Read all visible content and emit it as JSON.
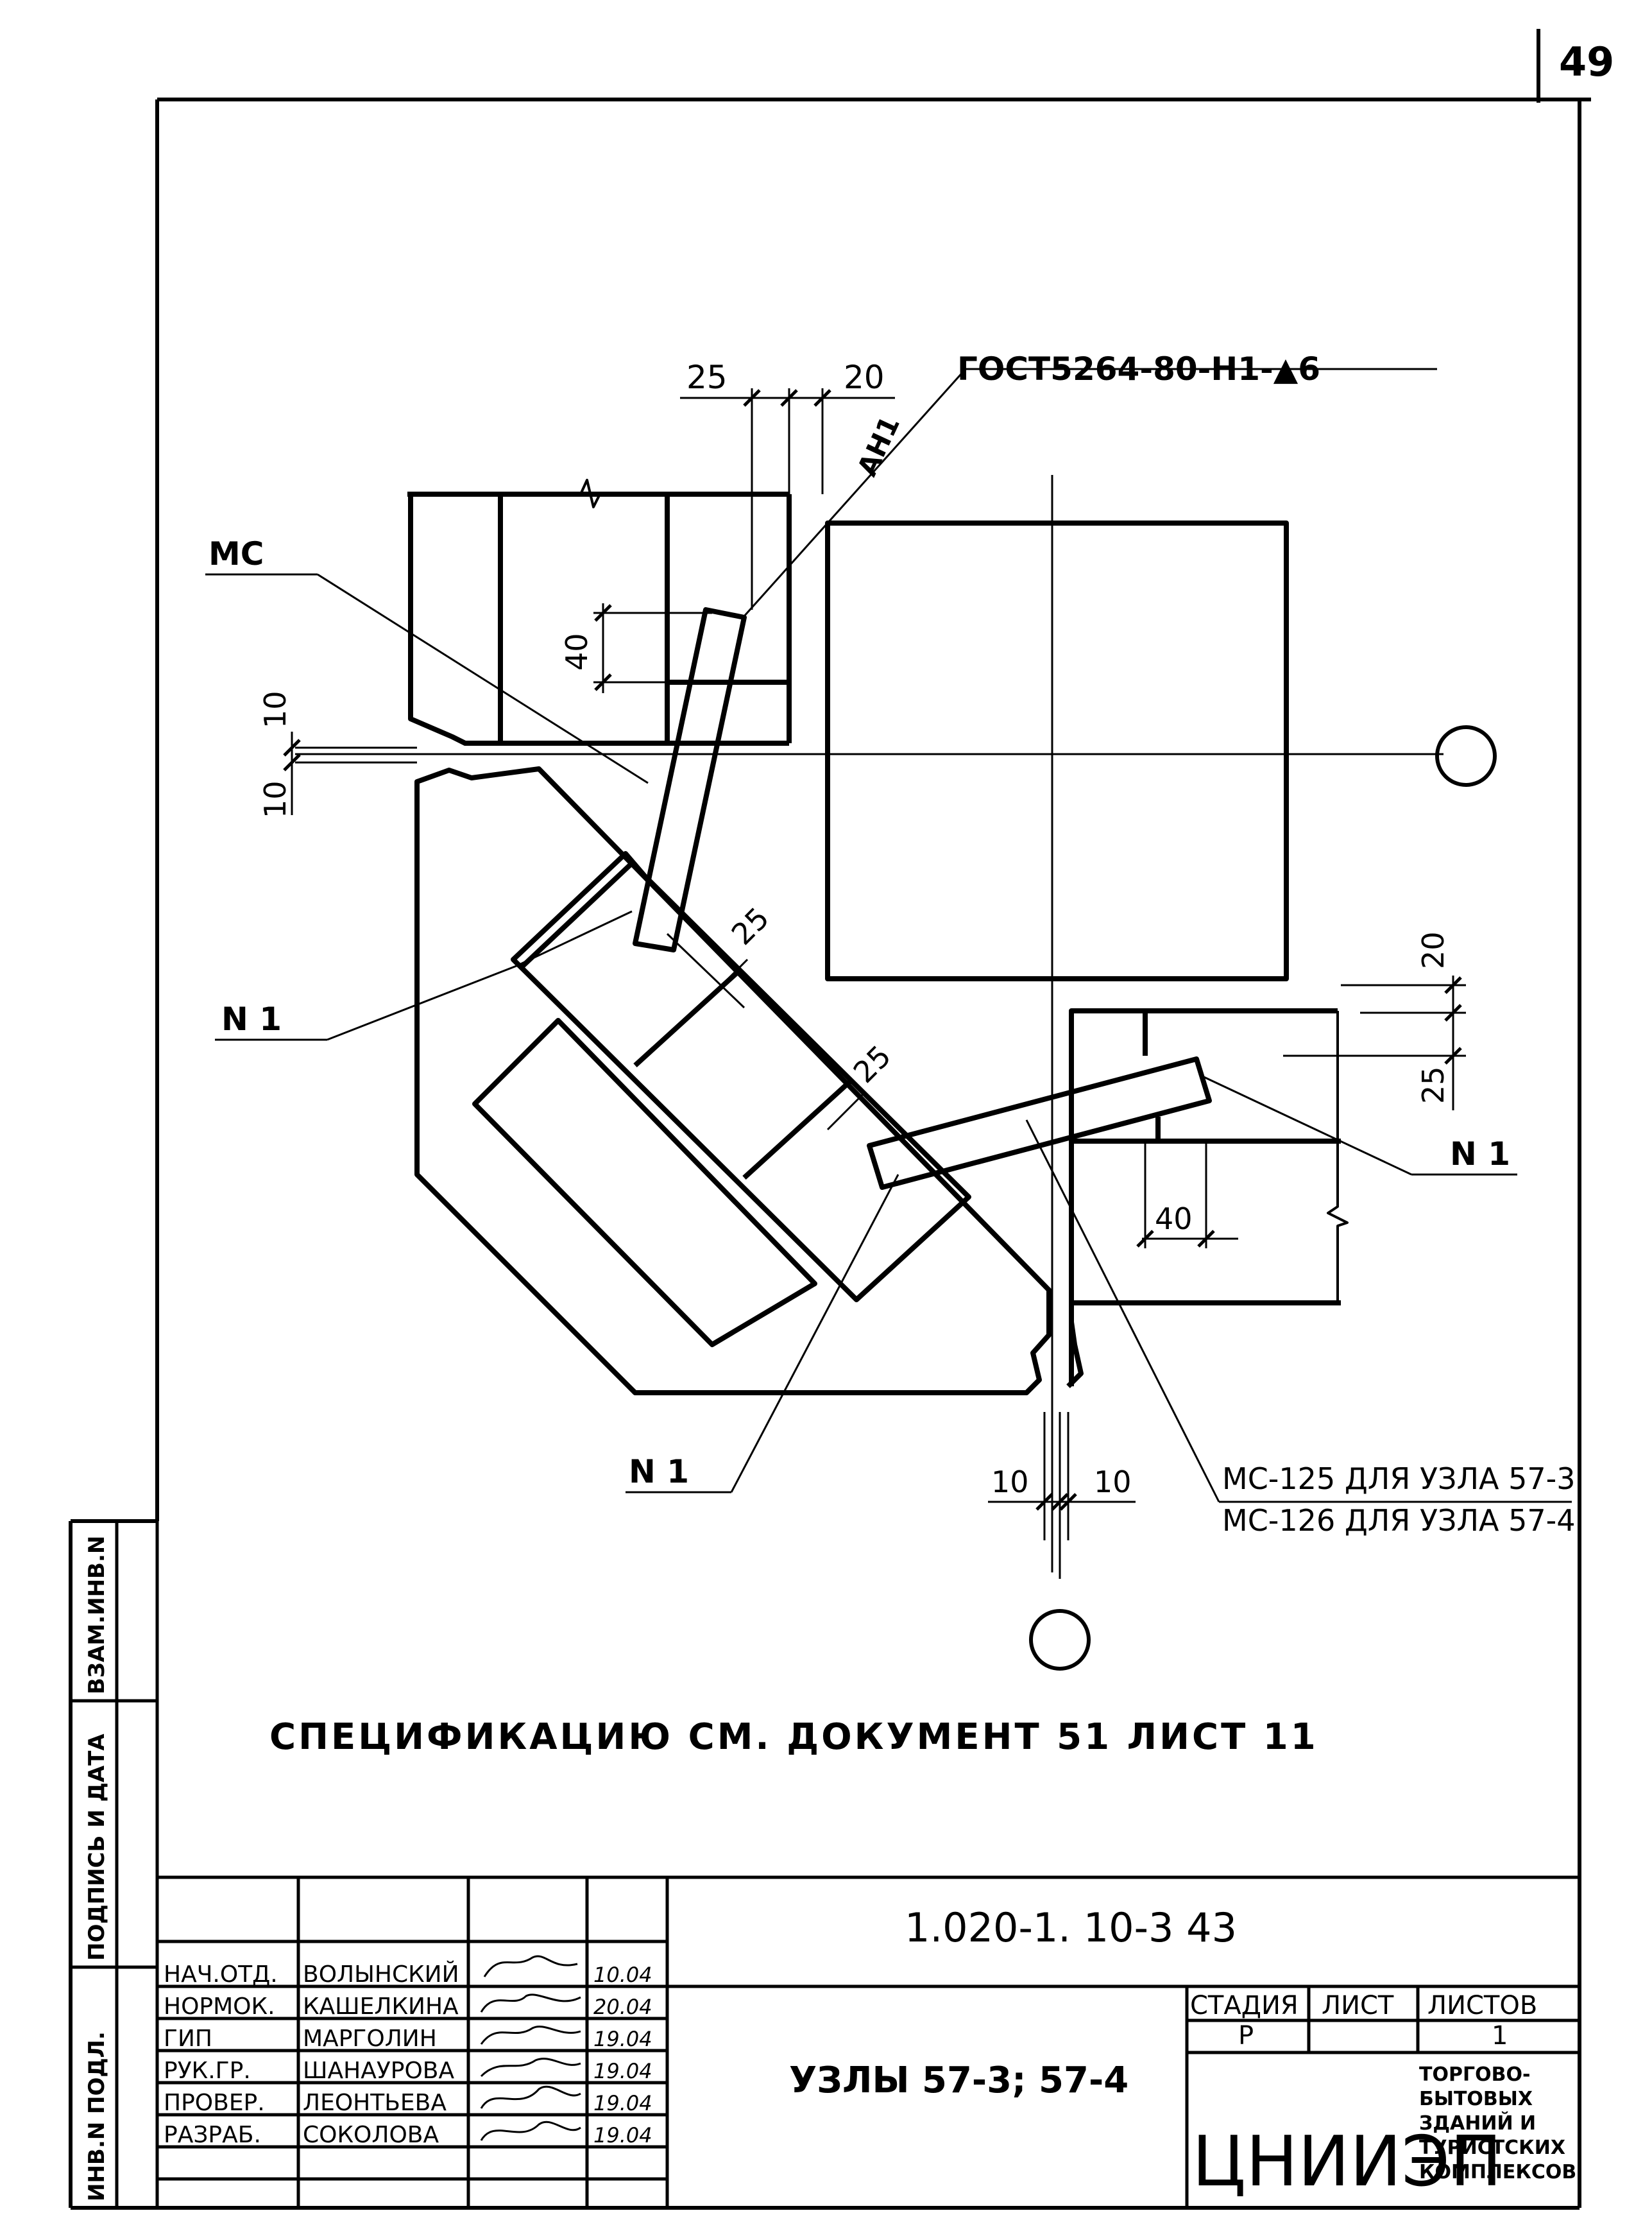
{
  "page_number": "49",
  "drawing": {
    "callout_gost": "ГОСТ5264-80-Н1-▲6",
    "callout_mc": "МС",
    "callout_n1_left": "N 1",
    "callout_n1_bottom": "N 1",
    "callout_n1_right": "N 1",
    "callout_an1": "АН1",
    "callout_mc125": "МС-125 ДЛЯ УЗЛА 57-3",
    "callout_mc126": "МС-126 ДЛЯ УЗЛА 57-4",
    "dims": {
      "top_left": "25",
      "top_right": "20",
      "vert_40": "40",
      "left_10_top": "10",
      "left_10_bottom": "10",
      "diag_25_upper": "25",
      "diag_25_lower": "25",
      "right_20": "20",
      "right_25": "25",
      "right_40": "40",
      "bottom_10_left": "10",
      "bottom_10_right": "10"
    }
  },
  "note": "СПЕЦИФИКАЦИЮ СМ. ДОКУМЕНТ 51 ЛИСТ 11",
  "side_stamp": {
    "inv_podl": "ИНВ.N ПОДЛ.",
    "podpis_data": "ПОДПИСЬ И ДАТА",
    "vzam_inv": "ВЗАМ.ИНВ.N"
  },
  "title_block": {
    "doc_code": "1.020-1. 10-3 43",
    "title": "УЗЛЫ 57-3; 57-4",
    "stage_header": "СТАДИЯ",
    "sheet_header": "ЛИСТ",
    "sheets_header": "ЛИСТОВ",
    "stage_value": "Р",
    "sheet_value": "",
    "sheets_value": "1",
    "org": "ЦНИИЭП",
    "org_sub": [
      "ТОРГОВО-",
      "БЫТОВЫХ",
      "ЗДАНИЙ И",
      "ТУРИСТСКИХ",
      "КОМПЛЕКСОВ"
    ],
    "people": [
      {
        "role": "НАЧ.ОТД.",
        "name": "ВОЛЫНСКИЙ",
        "date": "10.04"
      },
      {
        "role": "НОРМОК.",
        "name": "КАШЕЛКИНА",
        "date": "20.04"
      },
      {
        "role": "ГИП",
        "name": "МАРГОЛИН",
        "date": "19.04"
      },
      {
        "role": "РУК.ГР.",
        "name": "ШАНАУРОВА",
        "date": "19.04"
      },
      {
        "role": "ПРОВЕР.",
        "name": "ЛЕОНТЬЕВА",
        "date": "19.04"
      },
      {
        "role": "РАЗРАБ.",
        "name": "СОКОЛОВА",
        "date": "19.04"
      }
    ]
  }
}
